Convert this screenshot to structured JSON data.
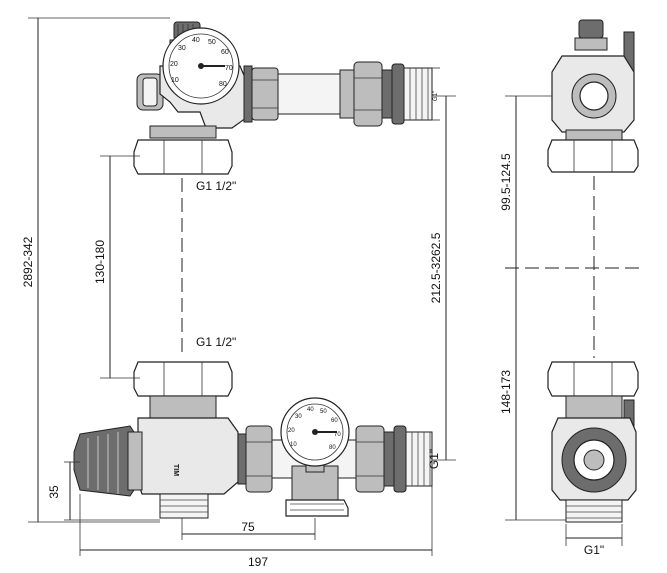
{
  "dimensions": {
    "overall_height": "2892-342",
    "spacing_center": "130-180",
    "side_length": "212.5-3262.5",
    "side_upper": "99.5-124.5",
    "side_lower": "148-173",
    "bottom_offset": "35",
    "thermo_offset": "75",
    "overall_width": "197"
  },
  "threads": {
    "top_connection": "G1 1/2\"",
    "bottom_connection": "G1 1/2\"",
    "side_outlet": "G1\"",
    "side_view_bottom": "G1\"",
    "small_thread": "G1\""
  },
  "gauge_scale": [
    "10",
    "20",
    "30",
    "40",
    "50",
    "60",
    "70",
    "80"
  ],
  "valve_mark": "TIM",
  "colors": {
    "line": "#222222",
    "metal_light": "#e9e9e9",
    "metal_dark": "#6d6d6d",
    "background": "#ffffff"
  }
}
